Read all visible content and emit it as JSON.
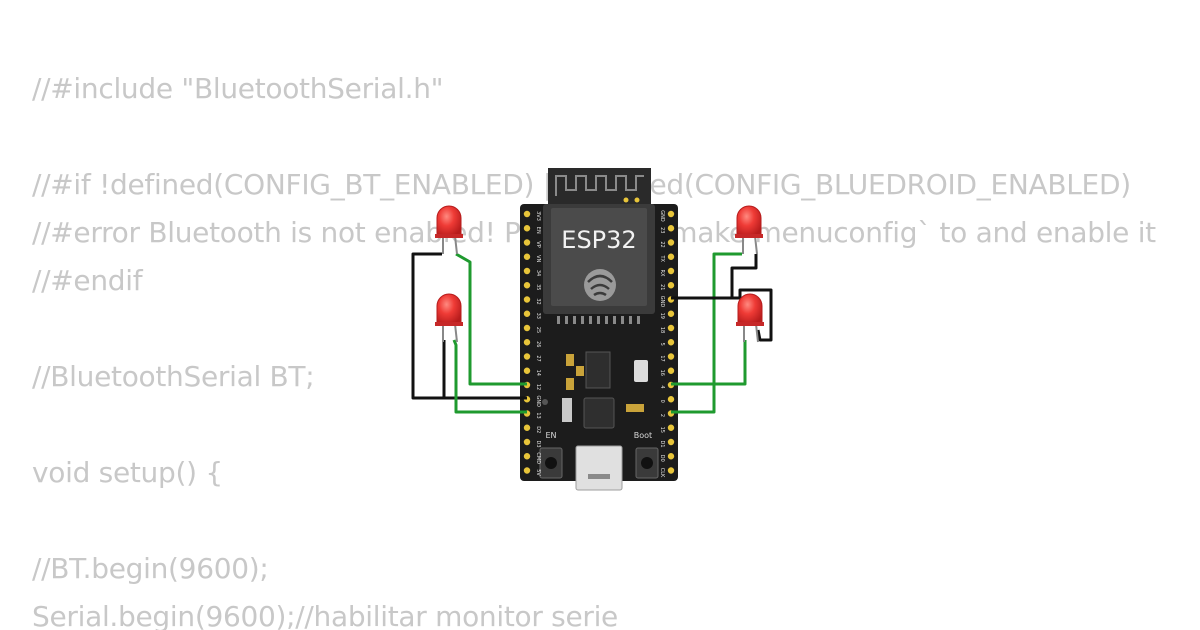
{
  "code_lines": [
    "//#include \"BluetoothSerial.h\"",
    "//#if !defined(CONFIG_BT_ENABLED) || !defined(CONFIG_BLUEDROID_ENABLED)",
    "//#error Bluetooth is not enabled! Please run `make menuconfig` to and enable it",
    "//#endif",
    "//BluetoothSerial BT;",
    "void setup() {",
    "//BT.begin(9600);",
    "Serial.begin(9600);//habilitar monitor serie"
  ],
  "board": {
    "module_label": "ESP32",
    "en_label": "EN",
    "boot_label": "Boot",
    "pins_left": [
      "3V3",
      "EN",
      "VP",
      "VN",
      "34",
      "35",
      "32",
      "33",
      "25",
      "26",
      "27",
      "14",
      "12",
      "GND",
      "13",
      "D2",
      "D3",
      "CMD",
      "5V"
    ],
    "pins_right": [
      "GND",
      "23",
      "22",
      "TX",
      "RX",
      "21",
      "GND",
      "19",
      "18",
      "5",
      "17",
      "16",
      "4",
      "0",
      "2",
      "15",
      "D1",
      "D0",
      "CLK"
    ]
  },
  "colors": {
    "code_text": "#c8c8c8",
    "board": "#1c1c1c",
    "pin": "#e8c53a",
    "wire_signal": "#1f9a2f",
    "wire_ground": "#111111",
    "led": "#e53935"
  },
  "leds": [
    {
      "name": "led-top-left",
      "color": "red"
    },
    {
      "name": "led-mid-left",
      "color": "red"
    },
    {
      "name": "led-top-right",
      "color": "red"
    },
    {
      "name": "led-mid-right",
      "color": "red"
    }
  ]
}
